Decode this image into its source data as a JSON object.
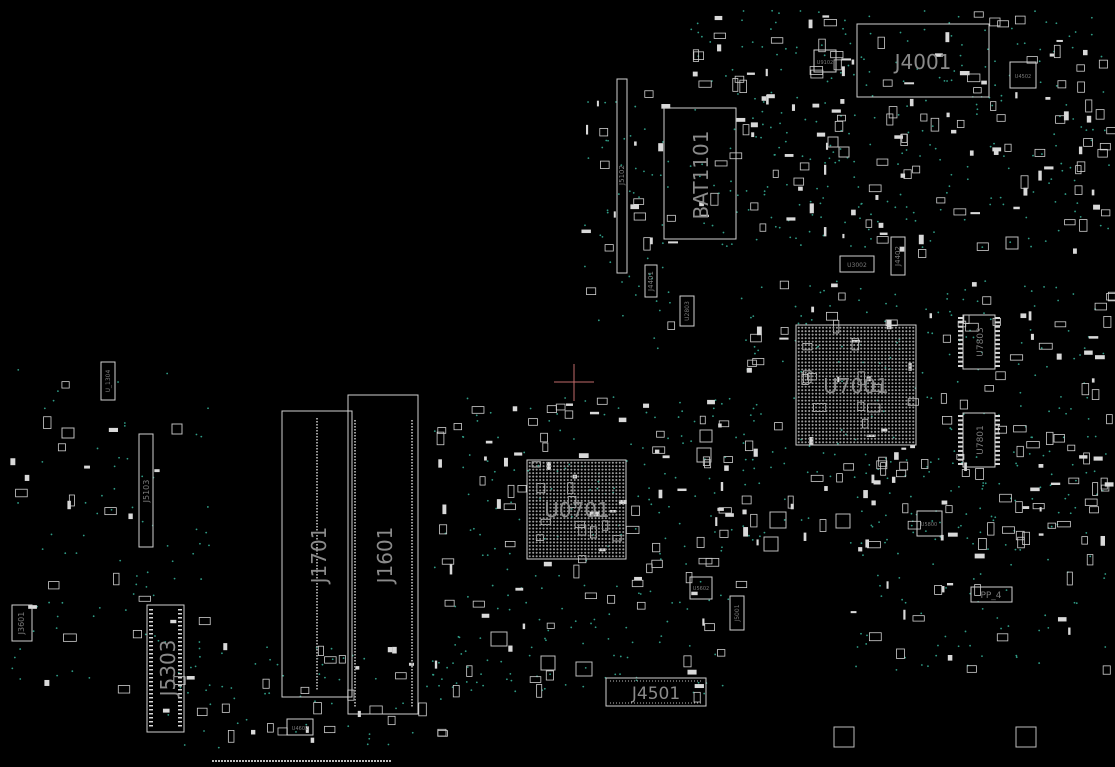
{
  "viewer": {
    "background": "#000000",
    "outline_color": "#cfcfcf",
    "via_color": "#2f9c86",
    "cursor_color": "#c06a6a"
  },
  "components": {
    "j4001": "J4001",
    "bat1101": "BAT1101",
    "u7001": "U7001",
    "u0701": "U0701",
    "j1701": "J1701",
    "j1601": "J1601",
    "j5303": "J5303",
    "j4501": "J4501",
    "j5103": "J5103",
    "j3601": "J3601",
    "j5102": "J5102",
    "j4401": "J4401",
    "j4402": "J4402",
    "u2803": "U2803",
    "u3002": "U3002",
    "u7803": "U7803",
    "u7801": "U7801",
    "u1304": "U_1304",
    "pp4": "PP_4",
    "j5001": "J5001",
    "u9102": "U9102",
    "u5800": "U5800",
    "u5602": "U5602",
    "u4602": "U4602",
    "u4502": "U4502"
  }
}
